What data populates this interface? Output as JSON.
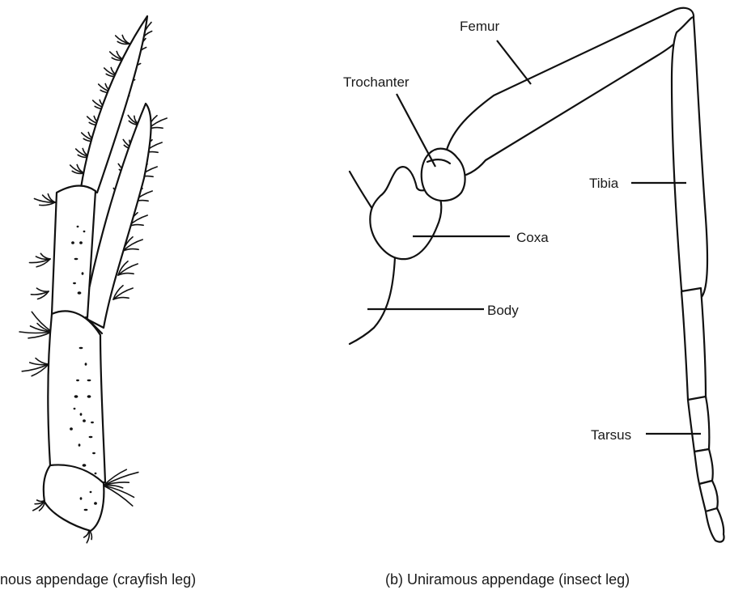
{
  "figure": {
    "panel_a": {
      "caption": "nous appendage (crayfish leg)"
    },
    "panel_b": {
      "caption": "(b) Uniramous appendage (insect leg)",
      "labels": {
        "femur": "Femur",
        "trochanter": "Trochanter",
        "tibia": "Tibia",
        "coxa": "Coxa",
        "body": "Body",
        "tarsus": "Tarsus"
      }
    },
    "colors": {
      "ink": "#111111",
      "background": "#ffffff"
    }
  }
}
